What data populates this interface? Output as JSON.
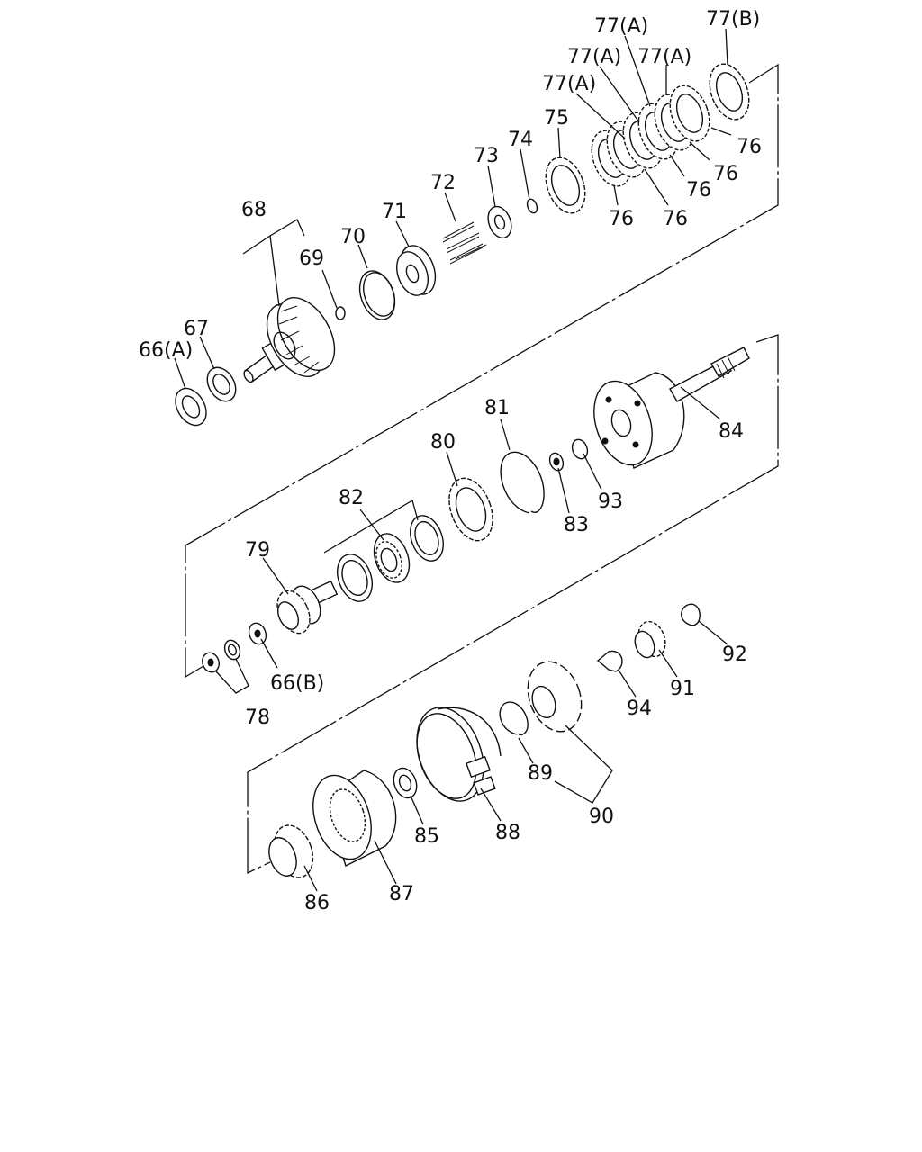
{
  "diagram": {
    "labels": {
      "p66a": "66(A)",
      "p67": "67",
      "p68": "68",
      "p69": "69",
      "p70": "70",
      "p71": "71",
      "p72": "72",
      "p73": "73",
      "p74": "74",
      "p75": "75",
      "p76a": "76",
      "p76b": "76",
      "p76c": "76",
      "p76d": "76",
      "p76e": "76",
      "p77a1": "77(A)",
      "p77a2": "77(A)",
      "p77a3": "77(A)",
      "p77a4": "77(A)",
      "p77b": "77(B)",
      "p78": "78",
      "p79": "79",
      "p66b": "66(B)",
      "p80": "80",
      "p81": "81",
      "p82": "82",
      "p83": "83",
      "p84": "84",
      "p85": "85",
      "p86": "86",
      "p87": "87",
      "p88": "88",
      "p89": "89",
      "p90": "90",
      "p91": "91",
      "p92": "92",
      "p93": "93",
      "p94": "94"
    }
  }
}
